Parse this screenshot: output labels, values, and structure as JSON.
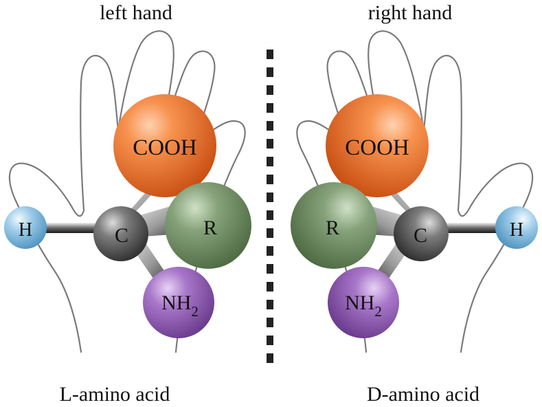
{
  "left_panel": {
    "title": "left hand",
    "caption": "L-amino acid",
    "atoms": {
      "cooh": "COOH",
      "c": "C",
      "r": "R",
      "nh2_main": "NH",
      "nh2_sub": "2",
      "h": "H"
    }
  },
  "right_panel": {
    "title": "right hand",
    "caption": "D-amino acid",
    "atoms": {
      "cooh": "COOH",
      "c": "C",
      "r": "R",
      "nh2_main": "NH",
      "nh2_sub": "2",
      "h": "H"
    }
  },
  "colors": {
    "cooh": "#f07a3a",
    "carbon": "#6f6f6f",
    "r_group": "#7c9a6e",
    "nh2": "#a272c4",
    "hydrogen": "#8fc2e2",
    "mirror_line": "#222222",
    "hand_outline": "#7a7a7a"
  }
}
